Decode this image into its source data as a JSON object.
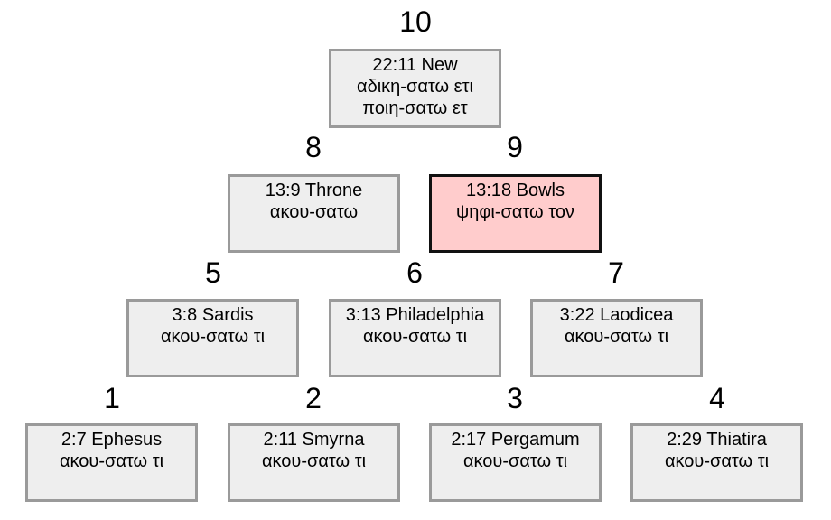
{
  "nodes": [
    {
      "number": "1",
      "title": "2:7 Ephesus",
      "lines": [
        "ακου-σατω τι"
      ]
    },
    {
      "number": "2",
      "title": "2:11 Smyrna",
      "lines": [
        "ακου-σατω τι"
      ]
    },
    {
      "number": "3",
      "title": "2:17 Pergamum",
      "lines": [
        "ακου-σατω τι"
      ]
    },
    {
      "number": "4",
      "title": "2:29 Thiatira",
      "lines": [
        "ακου-σατω τι"
      ]
    },
    {
      "number": "5",
      "title": "3:8 Sardis",
      "lines": [
        "ακου-σατω τι"
      ]
    },
    {
      "number": "6",
      "title": "3:13 Philadelphia",
      "lines": [
        "ακου-σατω τι"
      ]
    },
    {
      "number": "7",
      "title": "3:22 Laodicea",
      "lines": [
        "ακου-σατω τι"
      ]
    },
    {
      "number": "8",
      "title": "13:9 Throne",
      "lines": [
        "ακου-σατω"
      ]
    },
    {
      "number": "9",
      "title": "13:18 Bowls",
      "lines": [
        "ψηφι-σατω τον"
      ]
    },
    {
      "number": "10",
      "title": "22:11 New",
      "lines": [
        "αδικη-σατω ετι",
        "ποιη-σατω ετ"
      ]
    }
  ],
  "highlight_color": "#ffcccc",
  "box_color": "#eeeeee",
  "border_color": "#9a9a9a"
}
